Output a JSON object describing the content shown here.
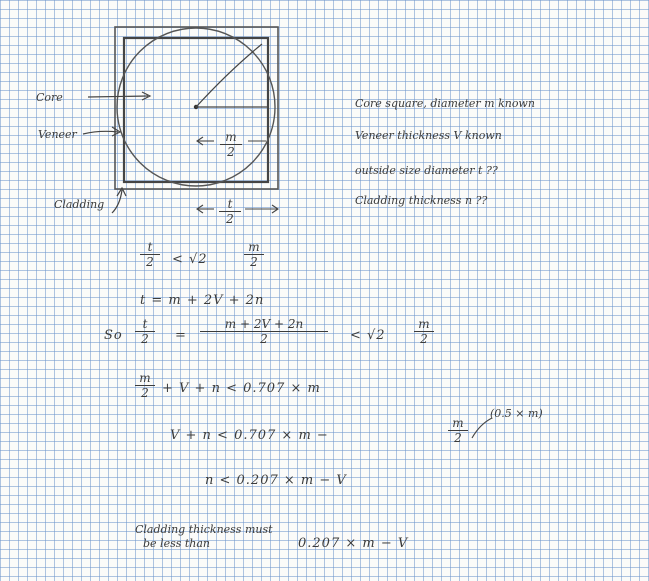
{
  "figure": {
    "labels": {
      "core": "Core",
      "veneer": "Veneer",
      "cladding": "Cladding",
      "half_m_num": "m",
      "half_m_den": "2",
      "half_t_num": "t",
      "half_t_den": "2"
    }
  },
  "notes": {
    "line1": "Core   square, diameter m   known",
    "line2": "Veneer   thickness V   known",
    "line3": "outside size   diameter t   ??",
    "line4": "Cladding   thickness n  ??"
  },
  "equations": {
    "eq1_lhs_num": "t",
    "eq1_lhs_den": "2",
    "eq1_mid": "<  √2",
    "eq1_rhs_num": "m",
    "eq1_rhs_den": "2",
    "eq2": "t = m + 2V + 2n",
    "eq3_so": "So",
    "eq3_lhs_num": "t",
    "eq3_lhs_den": "2",
    "eq3_eq": "=",
    "eq3_mid_num": "m + 2V + 2n",
    "eq3_mid_den": "2",
    "eq3_lt": "<  √2",
    "eq3_rhs_num": "m",
    "eq3_rhs_den": "2",
    "eq4_num": "m",
    "eq4_den": "2",
    "eq4_rest": "+ V + n  <  0.707 × m",
    "eq5": "V + n  <  0.707 × m  −",
    "eq5_frac_num": "m",
    "eq5_frac_den": "2",
    "eq5_note": "(0.5 × m)",
    "eq6": "n  <  0.207 × m  −  V",
    "eq7_line1": "Cladding thickness must",
    "eq7_line2": "be less than",
    "eq7_expr": "0.207 × m  −  V"
  }
}
